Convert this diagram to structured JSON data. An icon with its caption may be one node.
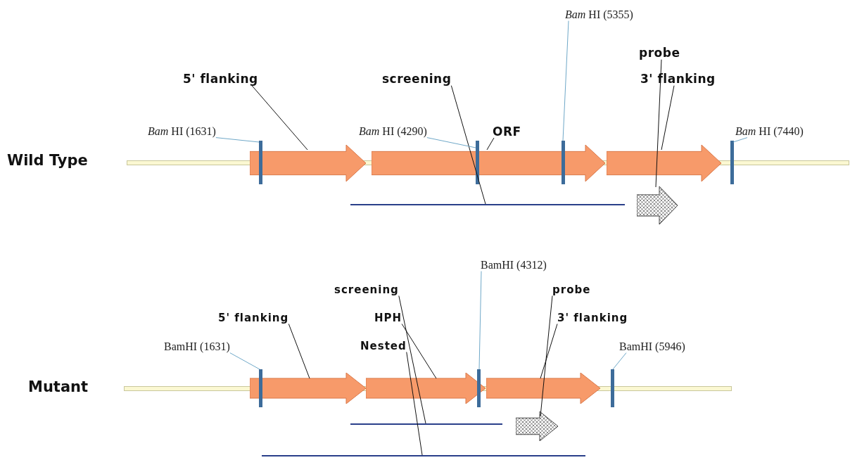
{
  "diagram": {
    "nodes": [
      {
        "text": [
          "*Bam* HI (5355)"
        ]
      },
      {
        "text": [
          "probe"
        ]
      },
      {
        "text": [
          "5' flanking"
        ]
      },
      {
        "text": [
          "screening"
        ]
      },
      {
        "text": [
          "3' flanking"
        ]
      },
      {
        "text": [
          "*Bam* HI (1631)"
        ]
      },
      {
        "text": [
          "*Bam* HI (4290)"
        ]
      },
      {
        "text": [
          "ORF"
        ]
      },
      {
        "text": [
          "*Bam* HI (7440)"
        ]
      },
      {
        "text": [],
        "shape": "bar"
      },
      {
        "text": [],
        "shape": "arrow"
      },
      {
        "text": [],
        "shape": "arrow"
      },
      {
        "text": [],
        "shape": "bar"
      },
      {
        "text": [],
        "shape": "bar"
      },
      {
        "text": [],
        "shape": "arrow"
      },
      {
        "text": [],
        "shape": "bar"
      },
      {
        "text": [],
        "shape": "line"
      },
      {
        "text": [],
        "shape": "arrow"
      },
      {
        "text": [
          "BamHI (4312)"
        ]
      },
      {
        "text": [
          "screening"
        ]
      },
      {
        "text": [
          "probe"
        ]
      },
      {
        "text": [
          "5' flanking"
        ]
      },
      {
        "text": [
          "HPH"
        ]
      },
      {
        "text": [
          "3' flanking"
        ]
      },
      {
        "text": [
          "BamHI (1631)"
        ]
      },
      {
        "text": [
          "Nested"
        ]
      },
      {
        "text": [
          "BamHI (5946)"
        ]
      },
      {
        "text": [],
        "shape": "bar"
      },
      {
        "text": [],
        "shape": "arrow"
      },
      {
        "text": [],
        "shape": "arrow"
      },
      {
        "text": [],
        "shape": "bar"
      },
      {
        "text": [],
        "shape": "arrow"
      },
      {
        "text": [],
        "shape": "bar"
      },
      {
        "text": [],
        "shape": "line"
      },
      {
        "text": [],
        "shape": "arrow"
      },
      {
        "text": [],
        "shape": "line"
      }
    ],
    "edges": [
      {
        "from": 0,
        "to": 13,
        "arrow": "none",
        "color": "#6fa8c8"
      },
      {
        "from": 1,
        "to": 17,
        "arrow": "none"
      },
      {
        "from": 2,
        "to": 10,
        "arrow": "none"
      },
      {
        "from": 3,
        "to": 16,
        "arrow": "none"
      },
      {
        "from": 4,
        "to": 14,
        "arrow": "none"
      },
      {
        "from": 5,
        "to": 9,
        "arrow": "none",
        "color": "#6fa8c8"
      },
      {
        "from": 6,
        "to": 12,
        "arrow": "none",
        "color": "#6fa8c8"
      },
      {
        "from": 7,
        "to": 11,
        "arrow": "none"
      },
      {
        "from": 8,
        "to": 15,
        "arrow": "none",
        "color": "#6fa8c8"
      },
      {
        "from": 18,
        "to": 30,
        "arrow": "none",
        "color": "#6fa8c8"
      },
      {
        "from": 19,
        "to": 33,
        "arrow": "none"
      },
      {
        "from": 20,
        "to": 34,
        "arrow": "none"
      },
      {
        "from": 21,
        "to": 28,
        "arrow": "none"
      },
      {
        "from": 22,
        "to": 29,
        "arrow": "none"
      },
      {
        "from": 23,
        "to": 31,
        "arrow": "none"
      },
      {
        "from": 24,
        "to": 27,
        "arrow": "none",
        "color": "#6fa8c8"
      },
      {
        "from": 25,
        "to": 35,
        "arrow": "none"
      },
      {
        "from": 26,
        "to": 32,
        "arrow": "none",
        "color": "#6fa8c8"
      }
    ],
    "labels": [
      "Wild Type",
      "Mutant"
    ]
  }
}
